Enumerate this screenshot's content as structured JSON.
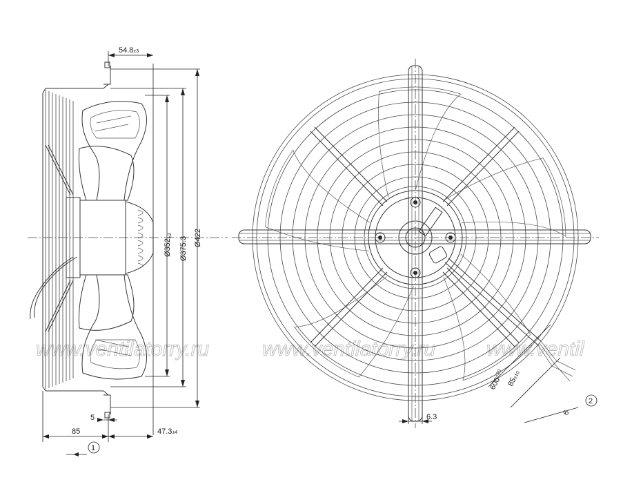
{
  "watermark": {
    "text_1": "www.ventilatorry.ru",
    "text_2": "www.ventilatorry.ru",
    "text_3": "www.ventil"
  },
  "side_view": {
    "dim_top_main": "54.8",
    "dim_top_tol": "±3",
    "dim_d352_main": "Ø352",
    "dim_d352_tol": "±2",
    "dim_d375": "Ø375.3",
    "dim_d422": "Ø422",
    "dim_5": "5",
    "dim_85": "85",
    "dim_47_main": "47.3",
    "dim_47_tol": "±4",
    "marker_1": "1"
  },
  "front_view": {
    "dim_6_3": "6.3",
    "dim_85_main": "85",
    "dim_85_tol": "±10",
    "dim_600_main": "600",
    "dim_600_tol": "+20",
    "dim_6": "6",
    "marker_2": "2"
  }
}
